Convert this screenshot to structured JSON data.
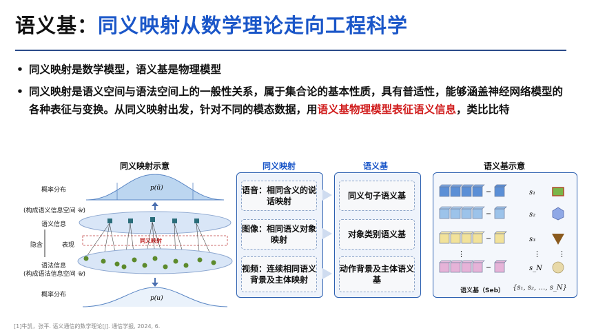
{
  "header": {
    "title_main": "语义基：",
    "title_sub": "同义映射从数学理论走向工程科学"
  },
  "bullets": {
    "b1": "同义映射是数学模型，语义基是物理模型",
    "b2_part1": "同义映射是语义空间与语法空间上的一般性关系，属于集合论的基本性质，具有普适性，能够涵盖神经网络模型的各种表征与变换。从同义映射出发，针对不同的模态数据，用",
    "b2_highlight": "语义基物理模型表征语义信息",
    "b2_part2": "，类比比特"
  },
  "left_panel": {
    "title": "同义映射示意",
    "label_prob_top": "概率分布",
    "label_semantic_space": "(构成语义信息空间 𝒰)",
    "label_semantic_info": "语义信息",
    "label_hidden": "隐含",
    "label_express": "表现",
    "label_syntax_info": "语法信息",
    "label_syntax_space": "(构成语法信息空间 𝒰)",
    "label_prob_bottom": "概率分布",
    "mapping_label": "同义映射",
    "formula_top": "p(ũ)",
    "formula_bottom": "p(u)"
  },
  "middle_panel": {
    "left_title": "同义映射",
    "right_title": "语义基",
    "left_items": [
      "语音：相同含义的说话映射",
      "图像：相同语义对象映射",
      "视频：连续相同语义背景及主体映射"
    ],
    "right_items": [
      "同义句子语义基",
      "对象类别语义基",
      "动作背景及主体语义基"
    ]
  },
  "right_panel": {
    "title": "语义基示意",
    "s_labels": [
      "s₁",
      "s₂",
      "s₃",
      "s_N"
    ],
    "vdots": "⋮",
    "caption": "语义基（Seb）",
    "set_label": "{s₁, s₂, …, s_N}",
    "row_colors": [
      "#5b8fd6",
      "#9cc3ea",
      "#f2e29a",
      "#e6b3d8"
    ]
  },
  "footnote": "[1]牛凯，张平. 语义通信的数学理论[J]. 通信学报, 2024, 6."
}
